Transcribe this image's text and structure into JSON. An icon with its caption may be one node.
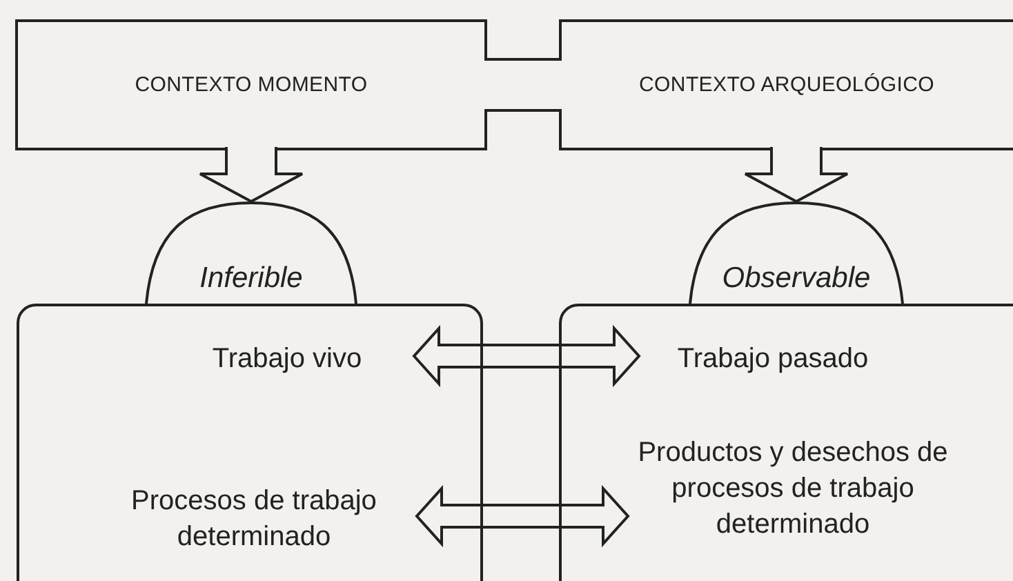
{
  "diagram": {
    "nodes": [
      {
        "text": [
          "CONTEXTO MOMENTO"
        ]
      },
      {
        "text": [
          "CONTEXTO ARQUEOLÓGICO"
        ]
      },
      {
        "text": [
          "Inferible"
        ]
      },
      {
        "text": [
          "Observable"
        ]
      },
      {
        "text": [],
        "shape": "box"
      },
      {
        "text": [
          "Trabajo vivo"
        ],
        "in": 4
      },
      {
        "text": [
          "Procesos de trabajo determinado"
        ],
        "in": 4
      },
      {
        "text": [],
        "shape": "box"
      },
      {
        "text": [
          "Trabajo pasado"
        ],
        "in": 7
      },
      {
        "text": [
          "Productos y desechos de procesos de trabajo determinado"
        ],
        "in": 7
      }
    ],
    "edges": [
      {
        "from": 0,
        "to": 2,
        "arrow": "to",
        "style": "thick"
      },
      {
        "from": 1,
        "to": 3,
        "arrow": "to",
        "style": "thick"
      },
      {
        "from": 5,
        "to": 8,
        "arrow": "both",
        "style": "thick"
      },
      {
        "from": 6,
        "to": 9,
        "arrow": "both",
        "style": "thick"
      }
    ]
  }
}
